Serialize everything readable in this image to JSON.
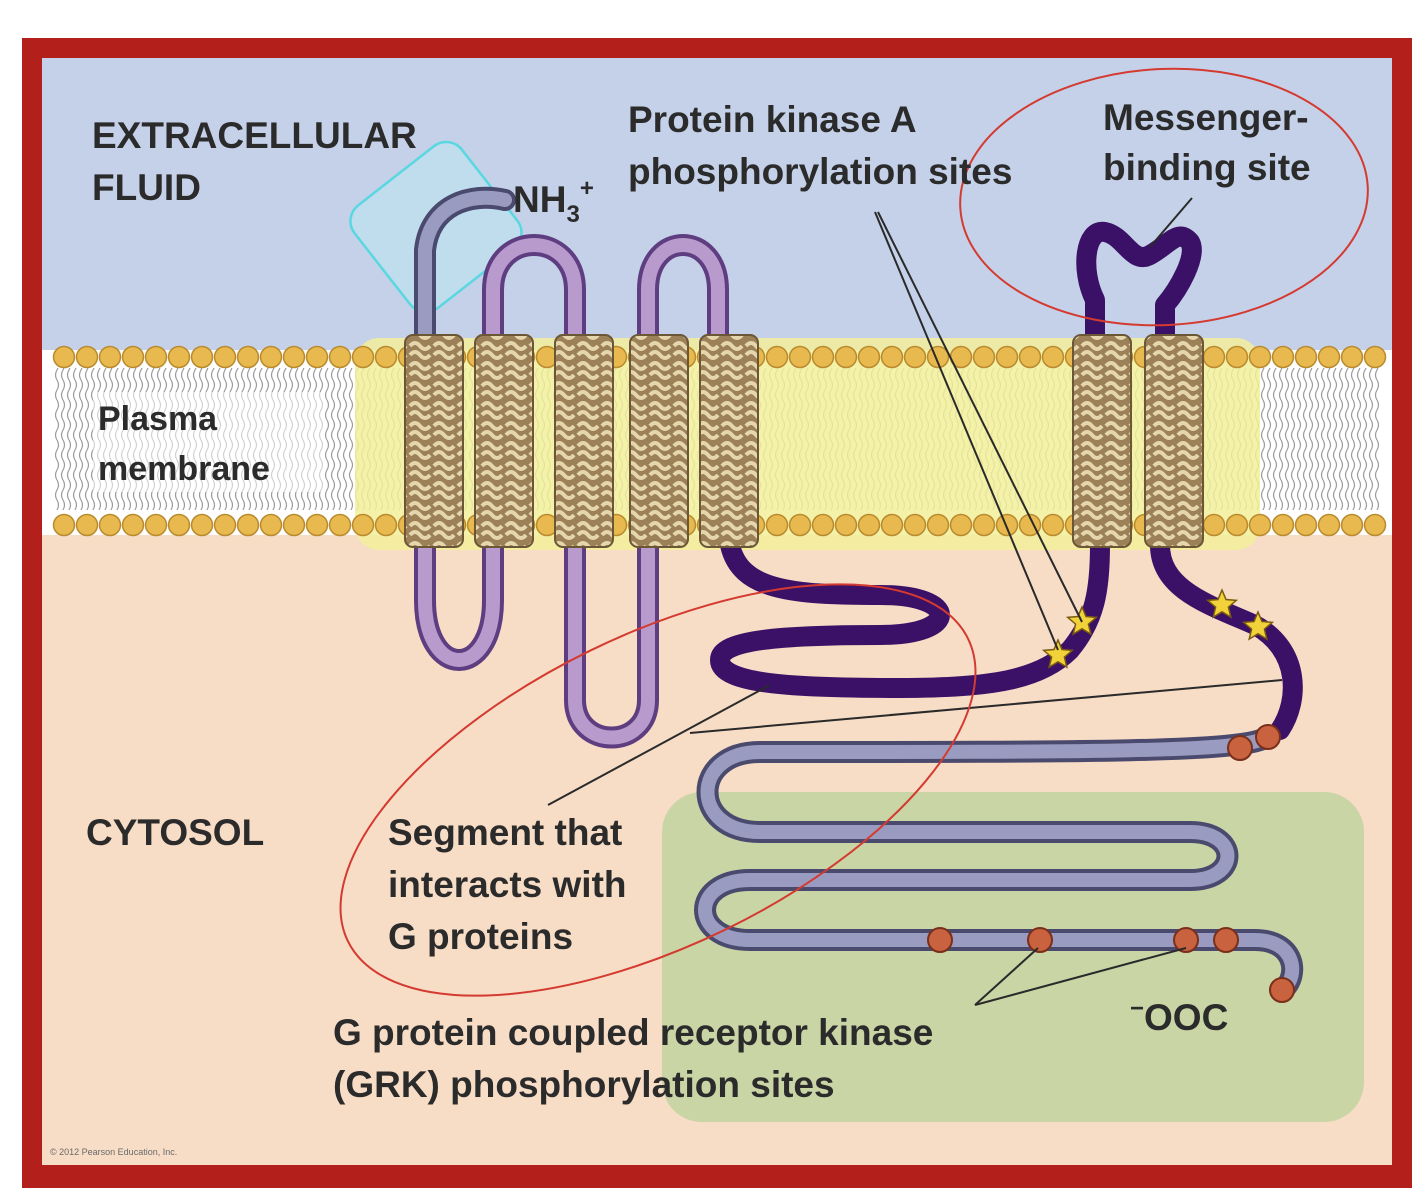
{
  "labels": {
    "extracellular_line1": "EXTRACELLULAR",
    "extracellular_line2": "FLUID",
    "nh3": "NH",
    "nh3_sub": "3",
    "nh3_sup": "+",
    "pka_line1": "Protein kinase A",
    "pka_line2": "phosphorylation sites",
    "messenger_line1": "Messenger-",
    "messenger_line2": "binding site",
    "plasma_line1": "Plasma",
    "plasma_line2": "membrane",
    "cytosol": "CYTOSOL",
    "segment_line1": "Segment that",
    "segment_line2": "interacts with",
    "segment_line3": "G proteins",
    "grk_line1": "G protein coupled receptor kinase",
    "grk_line2": "(GRK) phosphorylation sites",
    "cooh_sup": "−",
    "cooh": "OOC",
    "copyright": "© 2012 Pearson Education, Inc."
  },
  "colors": {
    "frame": "#b3201c",
    "extracellular": "#c5d1e9",
    "cytosol": "#f7dcc6",
    "membrane_highlight": "#f2ee9a",
    "lipid_head": "#e8b94e",
    "helix": "#9c8158",
    "helix_coil": "#dfcfa7",
    "loop_light": "#b89bcc",
    "loop_dark": "#3a1166",
    "tail_gray": "#9a9bc0",
    "grk_site": "#c8623f",
    "pka_star": "#f2d23a",
    "annotation_circle": "#d43a30",
    "highlight_cyan": "#5ad7e0",
    "highlight_green": "#b8d29a"
  }
}
